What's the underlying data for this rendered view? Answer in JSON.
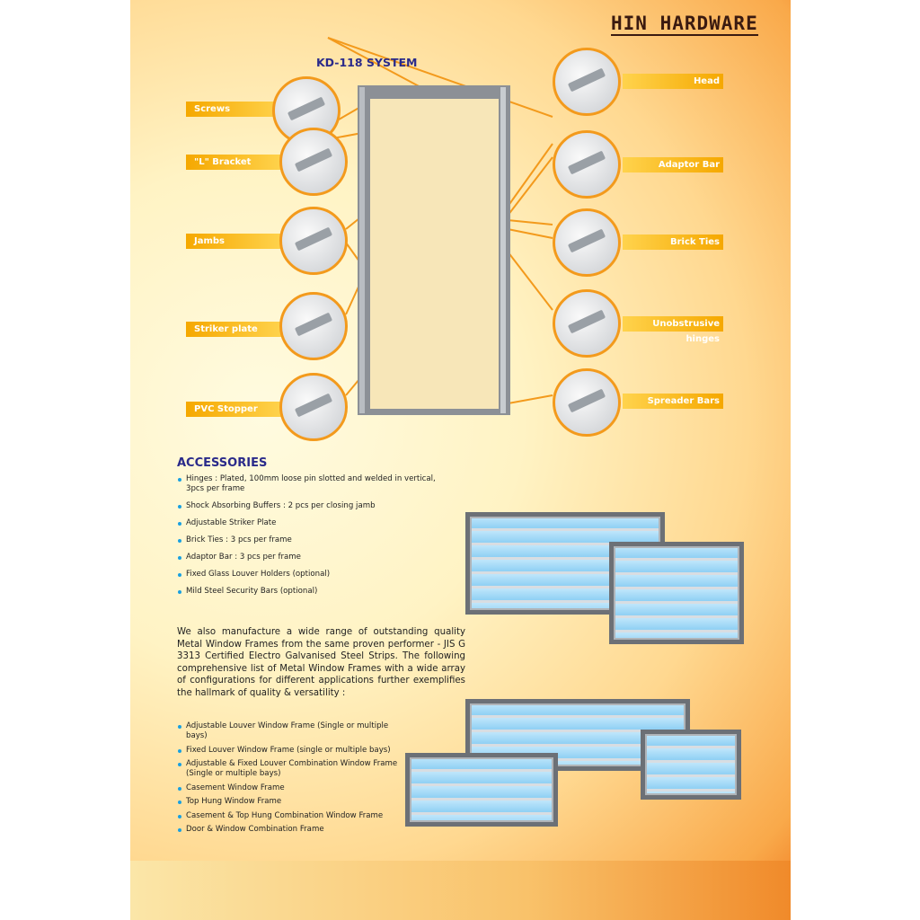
{
  "brand": "HIN HARDWARE",
  "system_title": "KD-118 SYSTEM",
  "left_parts": [
    "Screws",
    "\"L\" Bracket",
    "Jambs",
    "Striker plate",
    "PVC Stopper"
  ],
  "right_parts": [
    "Head",
    "Adaptor Bar",
    "Brick Ties",
    "Unobstrusive hinges",
    "Spreader Bars"
  ],
  "accessories": {
    "title": "ACCESSORIES",
    "items": [
      "Hinges : Plated, 100mm loose pin slotted and welded  in vertical, 3pcs per frame",
      "Shock Absorbing Buffers : 2 pcs per closing jamb",
      "Adjustable Striker Plate",
      "Brick Ties : 3 pcs per frame",
      "Adaptor Bar : 3 pcs per frame",
      "Fixed Glass Louver Holders (optional)",
      "Mild Steel Security Bars (optional)"
    ]
  },
  "paragraph": "We also manufacture a wide range of outstanding quality Metal Window Frames from the same proven performer - JIS G 3313 Certified Electro Galvanised Steel Strips. The following comprehensive list of Metal Window Frames with a wide array of configurations for different applications further exemplifies the hallmark of quality & versatility :",
  "window_types": [
    "Adjustable Louver Window Frame (Single or multiple bays)",
    "Fixed Louver Window Frame (single or multiple bays)",
    "Adjustable & Fixed Louver Combination Window Frame (Single or  multiple bays)",
    "Casement Window Frame",
    "Top Hung Window Frame",
    "Casement & Top Hung Combination Window Frame",
    "Door & Window Combination Frame"
  ]
}
